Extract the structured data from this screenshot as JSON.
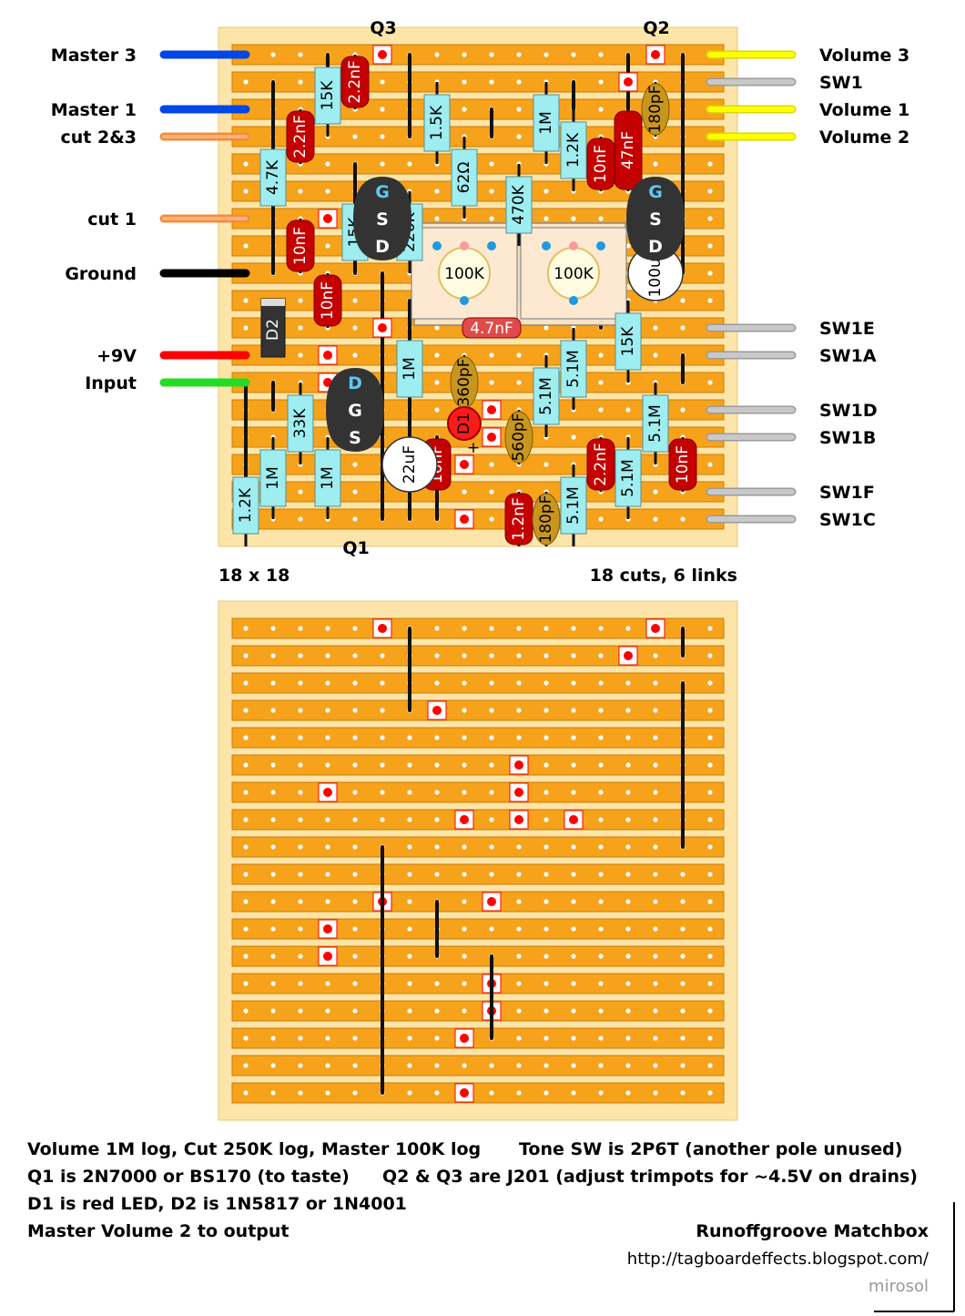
{
  "board_size": "18 x 18",
  "board_stats": "18 cuts, 6 links",
  "transistors": {
    "q1": "Q1",
    "q2": "Q2",
    "q3": "Q3"
  },
  "left_wires": [
    {
      "label": "Master 3",
      "row": 0,
      "color": "#0047e6"
    },
    {
      "label": "Master 1",
      "row": 2,
      "color": "#0047e6"
    },
    {
      "label": "cut 2&3",
      "row": 3,
      "color": "#f28c3c"
    },
    {
      "label": "cut 1",
      "row": 6,
      "color": "#f28c3c"
    },
    {
      "label": "Ground",
      "row": 8,
      "color": "#000000"
    },
    {
      "label": "+9V",
      "row": 11,
      "color": "#ff0000"
    },
    {
      "label": "Input",
      "row": 12,
      "color": "#22dd22"
    }
  ],
  "right_wires": [
    {
      "label": "Volume 3",
      "row": 0,
      "color": "#ffff00"
    },
    {
      "label": "SW1",
      "row": 1,
      "color": "#c8c8c8"
    },
    {
      "label": "Volume 1",
      "row": 2,
      "color": "#ffff00"
    },
    {
      "label": "Volume 2",
      "row": 3,
      "color": "#ffff00"
    },
    {
      "label": "SW1E",
      "row": 10,
      "color": "#c8c8c8"
    },
    {
      "label": "SW1A",
      "row": 11,
      "color": "#c8c8c8"
    },
    {
      "label": "SW1D",
      "row": 13,
      "color": "#c8c8c8"
    },
    {
      "label": "SW1B",
      "row": 14,
      "color": "#c8c8c8"
    },
    {
      "label": "SW1F",
      "row": 16,
      "color": "#c8c8c8"
    },
    {
      "label": "SW1C",
      "row": 17,
      "color": "#c8c8c8"
    }
  ],
  "resistors": [
    {
      "label": "15K",
      "col": 3,
      "r1": 0,
      "r2": 3
    },
    {
      "label": "4.7K",
      "col": 1,
      "r1": 3,
      "r2": 6
    },
    {
      "label": "1.5K",
      "col": 7,
      "r1": 1,
      "r2": 4
    },
    {
      "label": "62Ω",
      "col": 8,
      "r1": 3,
      "r2": 6
    },
    {
      "label": "1M",
      "col": 11,
      "r1": 1,
      "r2": 4
    },
    {
      "label": "1.2K",
      "col": 12,
      "r1": 2,
      "r2": 5
    },
    {
      "label": "470K",
      "col": 10,
      "r1": 4,
      "r2": 7
    },
    {
      "label": "15K",
      "col": 4,
      "r1": 5,
      "r2": 8
    },
    {
      "label": "220K",
      "col": 6,
      "r1": 5,
      "r2": 8
    },
    {
      "label": "15K",
      "col": 14,
      "r1": 9,
      "r2": 12
    },
    {
      "label": "1M",
      "col": 6,
      "r1": 10,
      "r2": 13
    },
    {
      "label": "5.1M",
      "col": 12,
      "r1": 10,
      "r2": 13
    },
    {
      "label": "5.1M",
      "col": 11,
      "r1": 11,
      "r2": 14
    },
    {
      "label": "5.1M",
      "col": 15,
      "r1": 12,
      "r2": 15
    },
    {
      "label": "33K",
      "col": 2,
      "r1": 12,
      "r2": 15
    },
    {
      "label": "1M",
      "col": 1,
      "r1": 14,
      "r2": 17
    },
    {
      "label": "1.2K",
      "col": 0,
      "r1": 15,
      "r2": 18
    },
    {
      "label": "1M",
      "col": 3,
      "r1": 14,
      "r2": 17
    },
    {
      "label": "5.1M",
      "col": 12,
      "r1": 15,
      "r2": 18
    },
    {
      "label": "5.1M",
      "col": 14,
      "r1": 14,
      "r2": 17
    }
  ],
  "capacitors": [
    {
      "label": "2.2nF",
      "col": 4,
      "r1": 0,
      "r2": 2,
      "type": "red"
    },
    {
      "label": "2.2nF",
      "col": 2,
      "r1": 2,
      "r2": 4,
      "type": "red"
    },
    {
      "label": "10nF",
      "col": 13,
      "r1": 3,
      "r2": 5,
      "type": "red"
    },
    {
      "label": "47nF",
      "col": 14,
      "r1": 2,
      "r2": 5,
      "type": "red"
    },
    {
      "label": "180pF",
      "col": 15,
      "r1": 1,
      "r2": 3,
      "type": "tan"
    },
    {
      "label": "10nF",
      "col": 2,
      "r1": 6,
      "r2": 8,
      "type": "red"
    },
    {
      "label": "10nF",
      "col": 3,
      "r1": 8,
      "r2": 10,
      "type": "red"
    },
    {
      "label": "360pF",
      "col": 8,
      "r1": 11,
      "r2": 13,
      "type": "tan"
    },
    {
      "label": "560pF",
      "col": 10,
      "r1": 13,
      "r2": 15,
      "type": "tan"
    },
    {
      "label": "10nF",
      "col": 7,
      "r1": 14,
      "r2": 16,
      "type": "red"
    },
    {
      "label": "2.2nF",
      "col": 13,
      "r1": 14,
      "r2": 16,
      "type": "red"
    },
    {
      "label": "10nF",
      "col": 16,
      "r1": 14,
      "r2": 16,
      "type": "red"
    },
    {
      "label": "1.2nF",
      "col": 10,
      "r1": 16,
      "r2": 18,
      "type": "red"
    },
    {
      "label": "180pF",
      "col": 11,
      "r1": 16,
      "r2": 18,
      "type": "tan"
    }
  ],
  "cap_47": {
    "label": "4.7nF"
  },
  "electrolytics": [
    {
      "label": "100uF",
      "col": 15,
      "row": 8
    },
    {
      "label": "22uF",
      "col": 6,
      "row": 15
    }
  ],
  "trimpots": [
    {
      "label": "100K",
      "col": 8,
      "row": 8
    },
    {
      "label": "100K",
      "col": 12,
      "row": 8
    }
  ],
  "jfet_pins": {
    "g": "G",
    "s": "S",
    "d": "D"
  },
  "diodes": {
    "d1": "D1",
    "d2": "D2",
    "plus": "+"
  },
  "notes": [
    "Volume 1M log, Cut 250K log, Master 100K log",
    "Tone SW is 2P6T (another pole unused)",
    "Q1 is 2N7000 or BS170 (to taste)",
    "Q2 & Q3 are J201 (adjust trimpots for ~4.5V on drains)",
    "D1 is red LED, D2 is 1N5817 or 1N4001",
    "Master Volume 2 to output"
  ],
  "title": "Runoffgroove Matchbox",
  "url": "http://tagboardeffects.blogspot.com/",
  "author": "mirosol"
}
